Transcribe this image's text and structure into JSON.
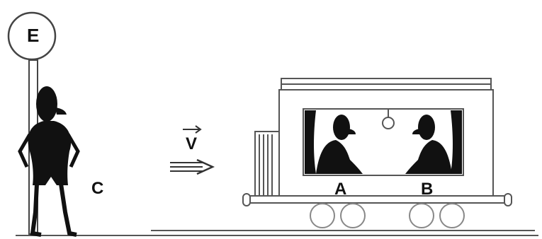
{
  "sign": {
    "label": "E"
  },
  "observer": {
    "label": "C"
  },
  "passengers": [
    {
      "label": "A"
    },
    {
      "label": "B"
    }
  ],
  "velocity": {
    "label": "V"
  }
}
